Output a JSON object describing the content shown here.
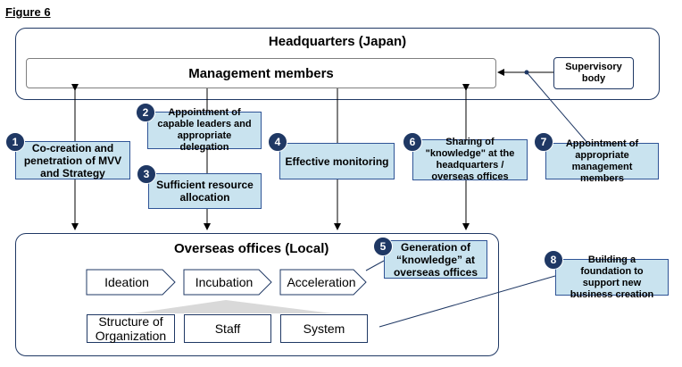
{
  "figure_label": "Figure 6",
  "headquarters": {
    "title": "Headquarters (Japan)",
    "management": "Management members",
    "supervisory_body": "Supervisory body"
  },
  "overseas": {
    "title": "Overseas offices (Local)",
    "stages": [
      "Ideation",
      "Incubation",
      "Acceleration"
    ],
    "foundation": [
      "Structure of Organization",
      "Staff",
      "System"
    ]
  },
  "callouts": [
    {
      "num": "1",
      "text": "Co-creation and penetration of MVV and Strategy"
    },
    {
      "num": "2",
      "text": "Appointment of capable leaders and appropriate delegation"
    },
    {
      "num": "3",
      "text": "Sufficient resource allocation"
    },
    {
      "num": "4",
      "text": "Effective monitoring"
    },
    {
      "num": "5",
      "text": "Generation of “knowledge” at overseas offices"
    },
    {
      "num": "6",
      "text": "Sharing of \"knowledge\" at the headquarters / overseas offices"
    },
    {
      "num": "7",
      "text": "Appointment of appropriate management members"
    },
    {
      "num": "8",
      "text": "Building a foundation to support new business creation"
    }
  ],
  "colors": {
    "badge": "#1f3864",
    "callout_fill": "#c9e3ef",
    "border": "#1f3864"
  }
}
